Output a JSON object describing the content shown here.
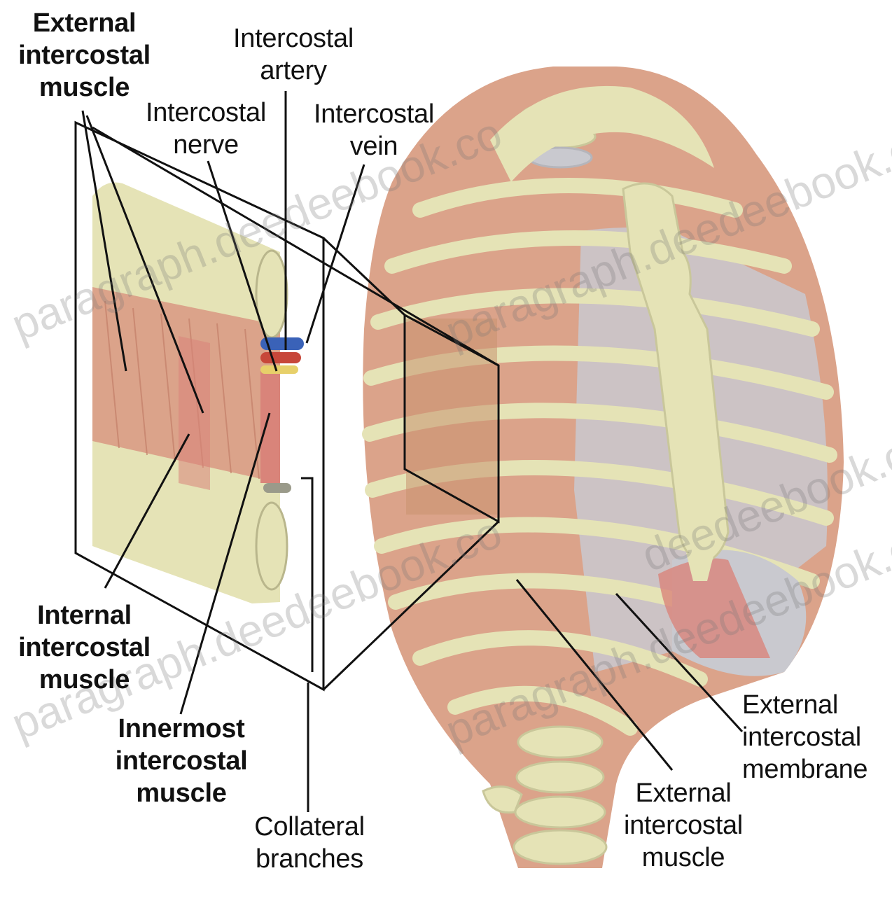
{
  "labels": {
    "ext_muscle_left": "External\nintercostal\nmuscle",
    "artery": "Intercostal\nartery",
    "nerve": "Intercostal\nnerve",
    "vein": "Intercostal\nvein",
    "int_muscle": "Internal\nintercostal\nmuscle",
    "innermost": "Innermost\nintercostal\nmuscle",
    "collateral": "Collateral\nbranches",
    "ext_membrane": "External\nintercostal\nmembrane",
    "ext_muscle_right": "External\nintercostal\nmuscle"
  },
  "watermarks": [
    "paragraph.deedeebook.co",
    "paragraph.deedeebook.co",
    "paragraph.deedeebook.co",
    "paragraph.deedeebook.co",
    "deedeebook.co"
  ],
  "colors": {
    "bone": "#e5e3b6",
    "bone_dark": "#c9c79a",
    "muscle": "#dba38a",
    "muscle_red": "#d9847a",
    "membrane": "#c9c9cf",
    "artery": "#c7473a",
    "vein": "#3a62b8",
    "nerve": "#e7d06a",
    "line": "#111111"
  }
}
